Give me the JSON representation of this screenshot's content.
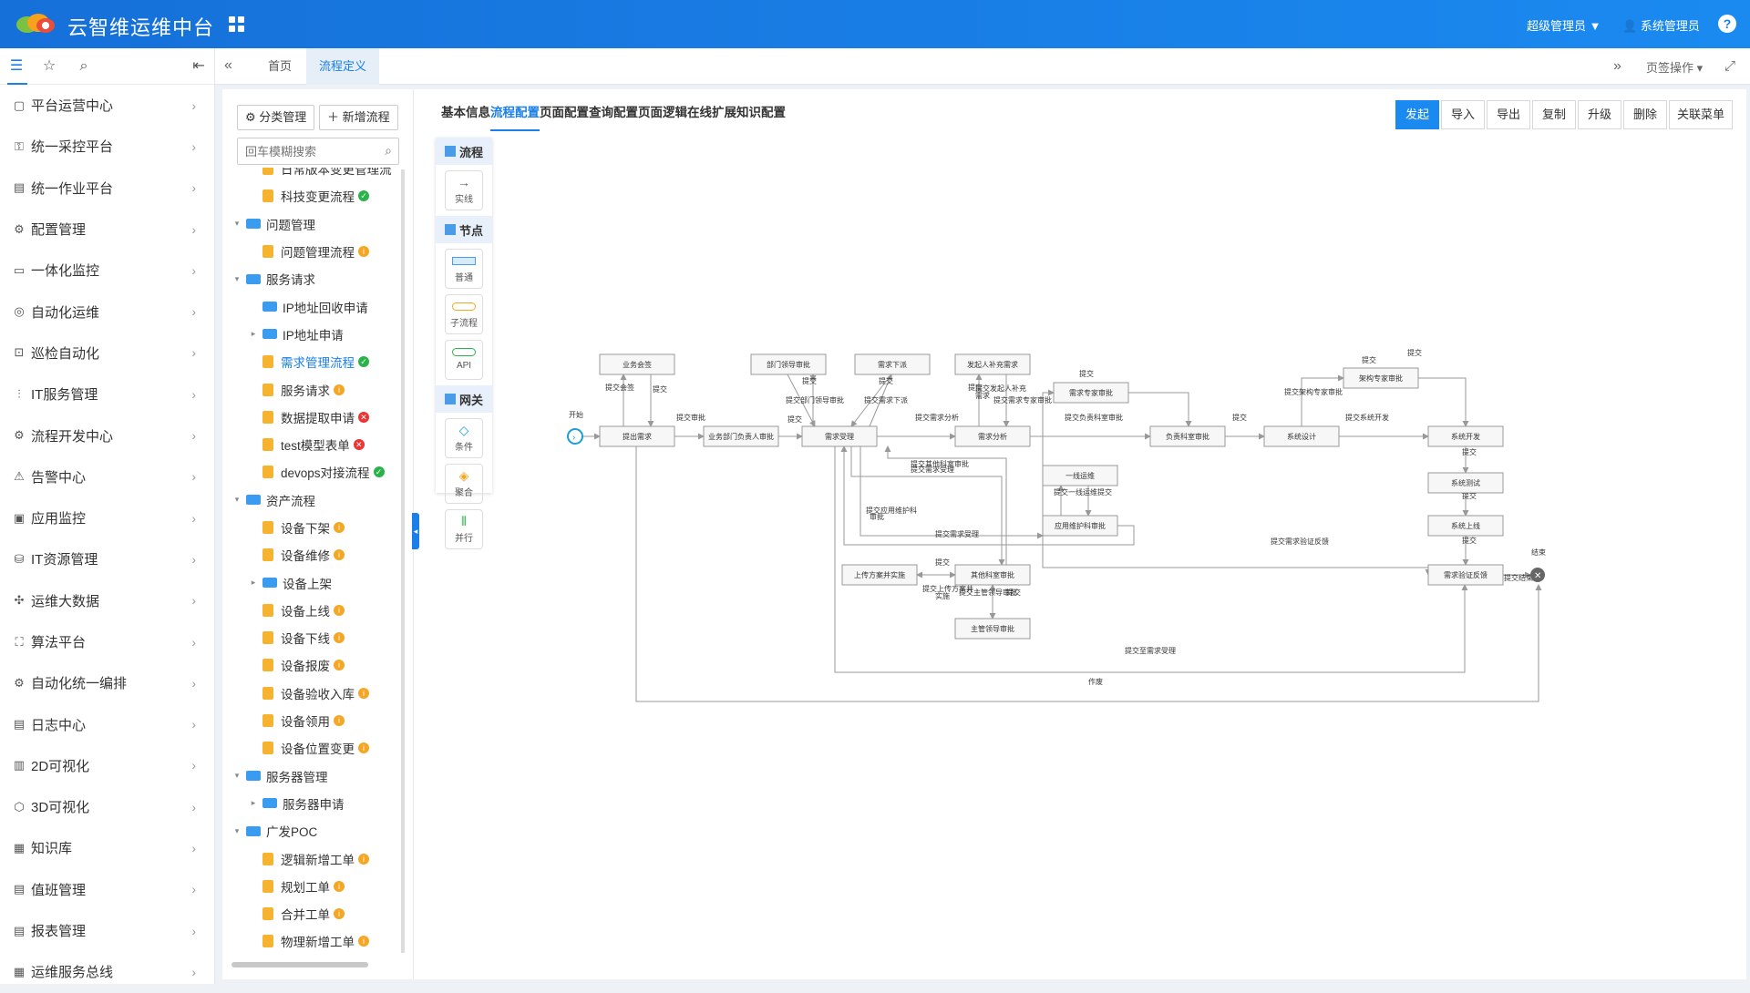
{
  "app": {
    "title": "云智维运维中台",
    "user_role": "超级管理员 ▼",
    "user_name": "系统管理员",
    "help": "?"
  },
  "sidebar": {
    "tools": [
      "list-icon",
      "star-icon",
      "search-icon",
      "collapse-icon"
    ],
    "items": [
      {
        "label": "平台运营中心"
      },
      {
        "label": "统一采控平台"
      },
      {
        "label": "统一作业平台"
      },
      {
        "label": "配置管理"
      },
      {
        "label": "一体化监控"
      },
      {
        "label": "自动化运维"
      },
      {
        "label": "巡检自动化"
      },
      {
        "label": "IT服务管理"
      },
      {
        "label": "流程开发中心"
      },
      {
        "label": "告警中心"
      },
      {
        "label": "应用监控"
      },
      {
        "label": "IT资源管理"
      },
      {
        "label": "运维大数据"
      },
      {
        "label": "算法平台"
      },
      {
        "label": "自动化统一编排"
      },
      {
        "label": "日志中心"
      },
      {
        "label": "2D可视化"
      },
      {
        "label": "3D可视化"
      },
      {
        "label": "知识库"
      },
      {
        "label": "值班管理"
      },
      {
        "label": "报表管理"
      },
      {
        "label": "运维服务总线"
      }
    ]
  },
  "tabs": {
    "items": [
      "首页",
      "流程定义"
    ],
    "active": "流程定义",
    "page_ops": "页签操作 ▾"
  },
  "tree": {
    "category_btn": "分类管理",
    "new_btn": "新增流程",
    "search_placeholder": "回车模糊搜索",
    "rows": [
      {
        "type": "file",
        "label": "日常版本变更管理流",
        "level": 2,
        "badge": ""
      },
      {
        "type": "file",
        "label": "科技变更流程",
        "level": 2,
        "badge": "ok"
      },
      {
        "type": "folder",
        "label": "问题管理",
        "level": 1,
        "open": true
      },
      {
        "type": "file",
        "label": "问题管理流程",
        "level": 2,
        "badge": "warn"
      },
      {
        "type": "folder",
        "label": "服务请求",
        "level": 1,
        "open": true
      },
      {
        "type": "folder",
        "label": "IP地址回收申请",
        "level": 2,
        "open": false
      },
      {
        "type": "folder",
        "label": "IP地址申请",
        "level": 2,
        "open": false,
        "caret": true
      },
      {
        "type": "file",
        "label": "需求管理流程",
        "level": 2,
        "badge": "ok",
        "selected": true
      },
      {
        "type": "file",
        "label": "服务请求",
        "level": 2,
        "badge": "warn"
      },
      {
        "type": "file",
        "label": "数据提取申请",
        "level": 2,
        "badge": "err"
      },
      {
        "type": "file",
        "label": "test模型表单",
        "level": 2,
        "badge": "err"
      },
      {
        "type": "file",
        "label": "devops对接流程",
        "level": 2,
        "badge": "ok"
      },
      {
        "type": "folder",
        "label": "资产流程",
        "level": 1,
        "open": true
      },
      {
        "type": "file",
        "label": "设备下架",
        "level": 2,
        "badge": "warn"
      },
      {
        "type": "file",
        "label": "设备维修",
        "level": 2,
        "badge": "warn"
      },
      {
        "type": "folder",
        "label": "设备上架",
        "level": 2,
        "open": false,
        "caret": true
      },
      {
        "type": "file",
        "label": "设备上线",
        "level": 2,
        "badge": "warn"
      },
      {
        "type": "file",
        "label": "设备下线",
        "level": 2,
        "badge": "warn"
      },
      {
        "type": "file",
        "label": "设备报废",
        "level": 2,
        "badge": "warn"
      },
      {
        "type": "file",
        "label": "设备验收入库",
        "level": 2,
        "badge": "warn"
      },
      {
        "type": "file",
        "label": "设备领用",
        "level": 2,
        "badge": "warn"
      },
      {
        "type": "file",
        "label": "设备位置变更",
        "level": 2,
        "badge": "warn"
      },
      {
        "type": "folder",
        "label": "服务器管理",
        "level": 1,
        "open": true
      },
      {
        "type": "folder",
        "label": "服务器申请",
        "level": 2,
        "open": false,
        "caret": true
      },
      {
        "type": "folder",
        "label": "广发POC",
        "level": 1,
        "open": true
      },
      {
        "type": "file",
        "label": "逻辑新增工单",
        "level": 2,
        "badge": "warn"
      },
      {
        "type": "file",
        "label": "规划工单",
        "level": 2,
        "badge": "warn"
      },
      {
        "type": "file",
        "label": "合并工单",
        "level": 2,
        "badge": "warn"
      },
      {
        "type": "file",
        "label": "物理新增工单",
        "level": 2,
        "badge": "warn"
      }
    ]
  },
  "design": {
    "tabs": [
      "基本信息",
      "流程配置",
      "页面配置",
      "查询配置",
      "页面逻辑",
      "在线扩展",
      "知识配置"
    ],
    "active_tab": "流程配置",
    "actions": [
      "发起",
      "导入",
      "导出",
      "复制",
      "升级",
      "删除",
      "关联菜单"
    ],
    "palette": {
      "flow_title": "流程",
      "flow_items": [
        {
          "label": "实线",
          "icon": "arrow-icon"
        }
      ],
      "node_title": "节点",
      "node_items": [
        {
          "label": "普通",
          "icon": "task-icon"
        },
        {
          "label": "子流程",
          "icon": "subprocess-icon"
        },
        {
          "label": "API",
          "icon": "api-icon"
        }
      ],
      "gateway_title": "网关",
      "gateway_items": [
        {
          "label": "条件",
          "icon": "condition-icon"
        },
        {
          "label": "聚合",
          "icon": "merge-icon"
        },
        {
          "label": "并行",
          "icon": "parallel-icon"
        }
      ]
    }
  },
  "flow": {
    "start_label": "开始",
    "end_label": "结束",
    "nodes": [
      {
        "id": "ywhq",
        "label": "业务会签"
      },
      {
        "id": "tcxq",
        "label": "提出需求"
      },
      {
        "id": "ywbm",
        "label": "业务部门负责人审批"
      },
      {
        "id": "bmld",
        "label": "部门领导审批"
      },
      {
        "id": "xqxd",
        "label": "需求下派"
      },
      {
        "id": "xqsl",
        "label": "需求受理"
      },
      {
        "id": "fqbc",
        "label": "发起人补充需求"
      },
      {
        "id": "xqfx",
        "label": "需求分析"
      },
      {
        "id": "xqzj",
        "label": "需求专家审批"
      },
      {
        "id": "fzks",
        "label": "负责科室审批"
      },
      {
        "id": "xtsj",
        "label": "系统设计"
      },
      {
        "id": "jgzj",
        "label": "架构专家审批"
      },
      {
        "id": "xtkf",
        "label": "系统开发"
      },
      {
        "id": "xtcs",
        "label": "系统测试"
      },
      {
        "id": "xtsx",
        "label": "系统上线"
      },
      {
        "id": "xqyz",
        "label": "需求验证反馈"
      },
      {
        "id": "yxyw",
        "label": "一线运维"
      },
      {
        "id": "yywh",
        "label": "应用维护科审批"
      },
      {
        "id": "scfa",
        "label": "上传方案并实施"
      },
      {
        "id": "qtks",
        "label": "其他科室审批"
      },
      {
        "id": "zgld",
        "label": "主管领导审批"
      }
    ],
    "edge_labels": [
      "提交会签",
      "提交",
      "提交审批",
      "提交",
      "提交部门领导审批",
      "提交需求下派",
      "提交",
      "提交",
      "提交需求分析",
      "提交",
      "提交发起人补充",
      "需求",
      "提交需求专家审批",
      "提交",
      "提交负责科室审批",
      "提交",
      "提交架构专家审批",
      "提交",
      "提交系统开发",
      "提交",
      "提交",
      "提交",
      "提交其他科室审批",
      "提交需求受理",
      "提交应用维护科",
      "审批",
      "提交一线运维",
      "提交",
      "提交需求受理",
      "提交",
      "提交上传方案并",
      "实施",
      "提交主管领导审批",
      "提交",
      "提交需求验证反馈",
      "提交结束",
      "提交至需求受理",
      "作废",
      "提交"
    ]
  }
}
